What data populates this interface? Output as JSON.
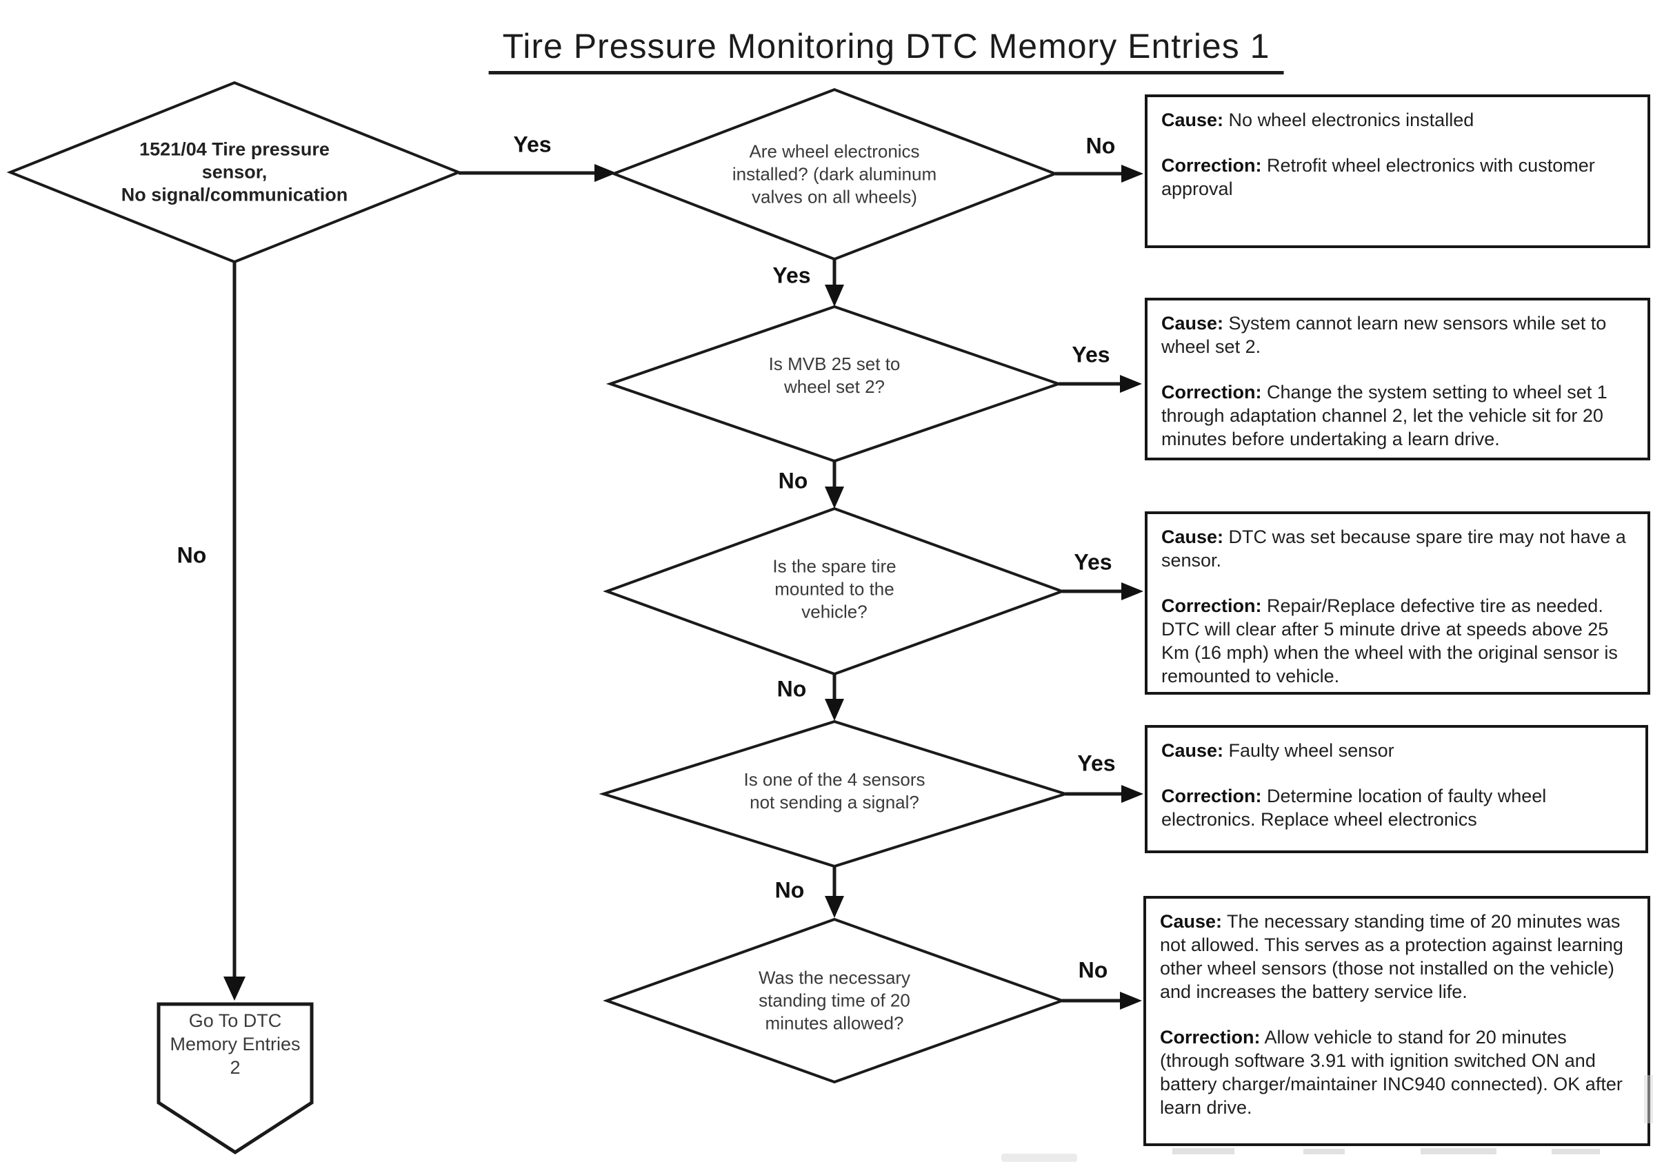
{
  "title": "Tire Pressure Monitoring DTC Memory Entries 1",
  "diamonds": {
    "start": {
      "lines": [
        "1521/04 Tire pressure",
        "sensor,",
        "No signal/communication"
      ]
    },
    "wheel_electronics": {
      "lines": [
        "Are wheel electronics",
        "installed? (dark aluminum",
        "valves on all wheels)"
      ]
    },
    "mvb25": {
      "lines": [
        "Is MVB 25 set to",
        "wheel set 2?"
      ]
    },
    "spare_tire": {
      "lines": [
        "Is the spare tire",
        "mounted to the",
        "vehicle?"
      ]
    },
    "sensor_signal": {
      "lines": [
        "Is one of the 4 sensors",
        "not sending a signal?"
      ]
    },
    "standing_time": {
      "lines": [
        "Was the necessary",
        "standing time of 20",
        "minutes allowed?"
      ]
    }
  },
  "edge_labels": {
    "start_yes": "Yes",
    "start_no": "No",
    "wheel_electronics_no": "No",
    "wheel_electronics_yes": "Yes",
    "mvb25_yes": "Yes",
    "mvb25_no": "No",
    "spare_tire_yes": "Yes",
    "spare_tire_no": "No",
    "sensor_signal_yes": "Yes",
    "sensor_signal_no": "No",
    "standing_time_no": "No"
  },
  "result_boxes": [
    {
      "cause_label": "Cause:",
      "cause": "No wheel electronics installed",
      "correction_label": "Correction:",
      "correction": "Retrofit wheel electronics with customer approval"
    },
    {
      "cause_label": "Cause:",
      "cause": "System cannot learn new sensors while set to wheel set 2.",
      "correction_label": "Correction:",
      "correction": "Change the system setting to wheel set 1 through adaptation channel 2, let the vehicle sit for 20 minutes before undertaking a learn drive."
    },
    {
      "cause_label": "Cause:",
      "cause": "DTC was set because spare tire may not have a sensor.",
      "correction_label": "Correction:",
      "correction": "Repair/Replace defective tire as needed. DTC will clear after 5 minute drive at speeds above 25 Km (16 mph) when the wheel with the original sensor is remounted to vehicle."
    },
    {
      "cause_label": "Cause:",
      "cause": "Faulty wheel sensor",
      "correction_label": "Correction:",
      "correction": "Determine location of faulty wheel electronics. Replace wheel electronics"
    },
    {
      "cause_label": "Cause:",
      "cause": "The necessary standing time of 20 minutes was not allowed. This serves as a protection against learning other wheel sensors (those not installed on the vehicle) and increases the battery service life.",
      "correction_label": "Correction:",
      "correction": "Allow vehicle to stand for 20 minutes (through software 3.91 with ignition switched ON and battery charger/maintainer INC940 connected). OK after learn drive."
    }
  ],
  "terminal": {
    "lines": [
      "Go To DTC",
      "Memory Entries",
      "2"
    ]
  }
}
